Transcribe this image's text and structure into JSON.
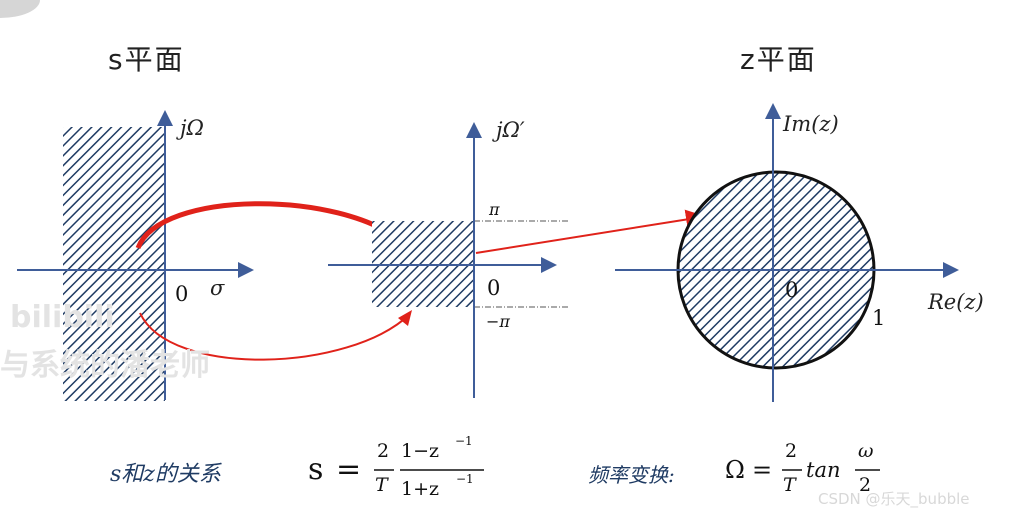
{
  "titles": {
    "s_plane": "s平面",
    "z_plane": "z平面"
  },
  "plot1": {
    "y_label": "jΩ",
    "origin": "0",
    "x_label": "σ"
  },
  "plot2": {
    "y_label": "jΩ′",
    "origin": "0",
    "pi": "π",
    "neg_pi": "−π"
  },
  "plot3": {
    "y_label": "Im(z)",
    "x_label": "Re(z)",
    "origin": "0",
    "radius": "1"
  },
  "formula1": {
    "label": "s和z的关系",
    "lhs": "s",
    "eq": "=",
    "num": "2",
    "den": "T",
    "frac_num": "1−z",
    "frac_den": "1+z",
    "exp": "−1"
  },
  "formula2": {
    "label": "频率变换:",
    "lhs": "Ω",
    "eq": "=",
    "num": "2",
    "den": "T",
    "func": "tan",
    "w_num": "ω",
    "w_den": "2"
  },
  "watermark": {
    "line1": "bilibili",
    "line2": "与系统的潘老师"
  },
  "credit": "CSDN @乐天_bubble",
  "colors": {
    "hatch": "#1f3b63",
    "arrow": "#e0221a",
    "axis": "#3f5d99"
  }
}
